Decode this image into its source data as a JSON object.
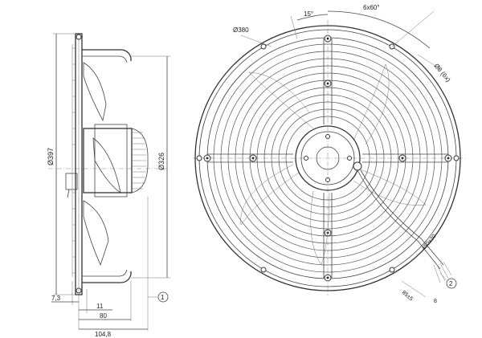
{
  "side_view": {
    "dim_outer_diameter": "Ø397",
    "dim_inner_diameter": "Ø326",
    "dim_7_3": "7,3",
    "dim_11": "11",
    "dim_80": "80",
    "dim_104_8": "104,8",
    "callout_1": "1"
  },
  "front_view": {
    "dim_bolt_circle": "Ø380",
    "dim_angle_15": "15°",
    "dim_angle_6x60": "6x60°",
    "dim_holes": "Ø8 (6x)",
    "dim_cable_450": "450±20",
    "dim_cable_85": "85±5",
    "dim_cable_8": "8",
    "callout_2": "2"
  }
}
